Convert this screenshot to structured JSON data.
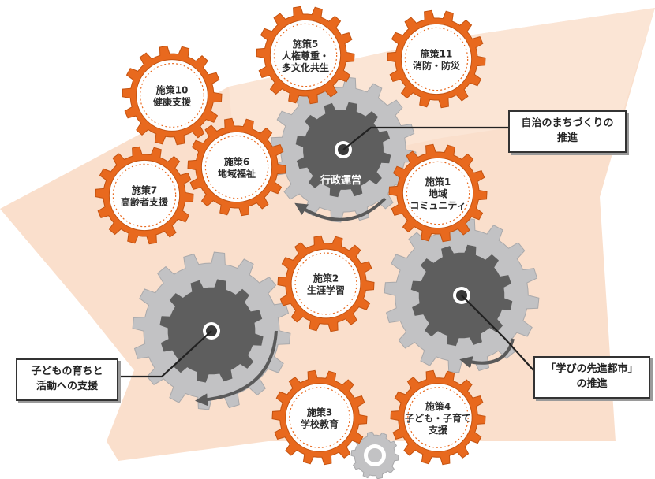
{
  "colors": {
    "orange": "#e8691e",
    "orange_dark": "#c4520f",
    "gray_dark": "#5e5e5e",
    "gray_light": "#c2c2c4",
    "band": "#f9dcc6",
    "label_dark": "#2b2b2b"
  },
  "gears": {
    "g10": [
      "施策10",
      "健康支援"
    ],
    "g5": [
      "施策5",
      "人権尊重・",
      "多文化共生"
    ],
    "g11": [
      "施策11",
      "消防・防災"
    ],
    "g6": [
      "施策6",
      "地域福祉"
    ],
    "g7": [
      "施策7",
      "高齢者支援"
    ],
    "g1": [
      "施策1",
      "地域",
      "コミュニティ"
    ],
    "g2": [
      "施策2",
      "生涯学習"
    ],
    "g3": [
      "施策3",
      "学校教育"
    ],
    "g4": [
      "施策4",
      "子ども・子育て",
      "支援"
    ],
    "admin": [
      "行政運営"
    ]
  },
  "callouts": {
    "c1": {
      "line1": "自治のまちづくりの",
      "line2": "推進"
    },
    "c2": {
      "line1": "「学びの先進都市」",
      "line2": "の推進"
    },
    "c3": {
      "line1": "子どもの育ちと",
      "line2": "活動への支援"
    }
  }
}
